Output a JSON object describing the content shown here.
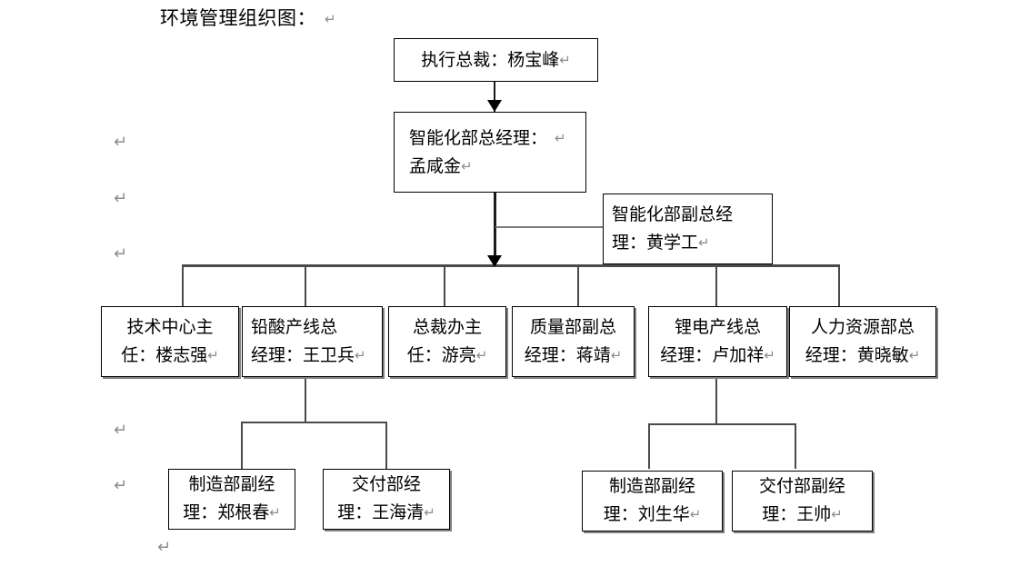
{
  "document": {
    "title": "环境管理组织图：",
    "return_mark": "↵"
  },
  "chart_meta": {
    "type": "org-chart",
    "levels": 4
  },
  "nodes": {
    "ceo": {
      "label_line1": "执行总裁：杨宝峰",
      "id": "executive-president"
    },
    "gm": {
      "label_line1": "智能化部总经理：",
      "label_line2": "孟咸金",
      "id": "intelligent-dept-general-manager"
    },
    "deputy_gm": {
      "label_line1_a": "智",
      "label_line1_b": "能",
      "label_line1_c": "化",
      "label_line1_d": "部",
      "label_line1_e": "副",
      "label_line1_f": "总",
      "label_line1_g": "经",
      "label_line2": "理：黄学工",
      "id": "intelligent-dept-deputy-general-manager"
    },
    "row3": [
      {
        "id": "tech-center-director",
        "line1": "技术中心主",
        "line2": "任：楼志强"
      },
      {
        "id": "lead-acid-line-gm",
        "line1_a": "铅",
        "line1_b": "酸",
        "line1_c": "产",
        "line1_d": "线",
        "line1_e": "总",
        "line2": "经理：王卫兵"
      },
      {
        "id": "president-office-director",
        "line1": "总裁办主",
        "line2": "任：游亮"
      },
      {
        "id": "quality-dept-deputy-gm",
        "line1": "质量部副总",
        "line2": "经理：蒋靖"
      },
      {
        "id": "lithium-line-gm",
        "line1": "锂电产线总",
        "line2": "经理：卢加祥"
      },
      {
        "id": "hr-dept-gm",
        "line1": "人力资源部总",
        "line2": "经理：黄晓敏"
      }
    ],
    "row4": [
      {
        "id": "manufacturing-deputy-manager-left",
        "line1": "制造部副经",
        "line2": "理：郑根春"
      },
      {
        "id": "delivery-manager",
        "line1": "交付部经",
        "line2": "理：王海清"
      },
      {
        "id": "manufacturing-deputy-manager-right",
        "line1": "制造部副经",
        "line2": "理：刘生华"
      },
      {
        "id": "delivery-deputy-manager",
        "line1": "交付部副经",
        "line2": "理：王帅"
      }
    ]
  },
  "margin_marks": [
    {
      "id": "margin-return-1"
    },
    {
      "id": "margin-return-2"
    },
    {
      "id": "margin-return-3"
    },
    {
      "id": "margin-return-4"
    },
    {
      "id": "margin-return-5"
    },
    {
      "id": "margin-return-6"
    }
  ],
  "colors": {
    "line": "#4a4a4a",
    "line_dark": "#1a1a1a",
    "return_mark": "#8c8c8c",
    "text": "#000000",
    "background": "#ffffff"
  }
}
